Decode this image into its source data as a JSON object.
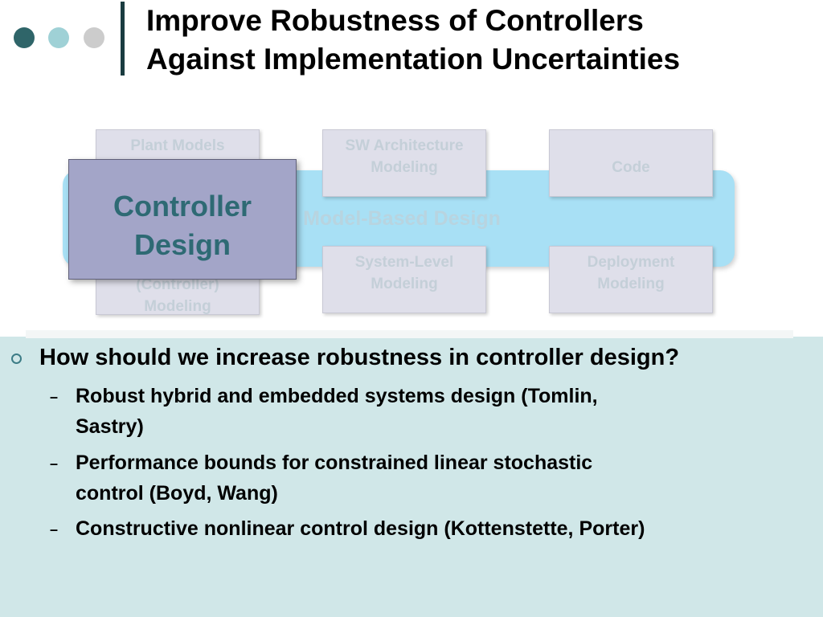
{
  "theme": {
    "dot_colors": [
      "#2f6569",
      "#9fd1d6",
      "#cccccc"
    ],
    "title_bar_color": "#1a3c40",
    "panel_color": "#d0e7e8"
  },
  "header": {
    "title_line1": "Improve Robustness of Controllers",
    "title_line2": "Against Implementation Uncertainties"
  },
  "diagram": {
    "band_label": "Model-Based Design",
    "boxes": {
      "plant_models": "Plant Models",
      "controller_modeling_line1": "(Controller)",
      "controller_modeling_line2": "Modeling",
      "sw_arch_line1": "SW Architecture",
      "sw_arch_line2": "Modeling",
      "code": "Code",
      "system_level_line1": "System-Level",
      "system_level_line2": "Modeling",
      "deployment_line1": "Deployment",
      "deployment_line2": "Modeling"
    },
    "focus_line1": "Controller",
    "focus_line2": "Design"
  },
  "content": {
    "question": "How should we increase robustness in controller design?",
    "dash": "–",
    "items": [
      {
        "line1": "Robust hybrid and embedded systems design (Tomlin,",
        "line2": "Sastry)"
      },
      {
        "line1": "Performance  bounds for  constrained linear stochastic",
        "line2": "control (Boyd, Wang)"
      },
      {
        "line1": "Constructive nonlinear control design (Kottenstette, Porter)",
        "line2": ""
      }
    ]
  }
}
